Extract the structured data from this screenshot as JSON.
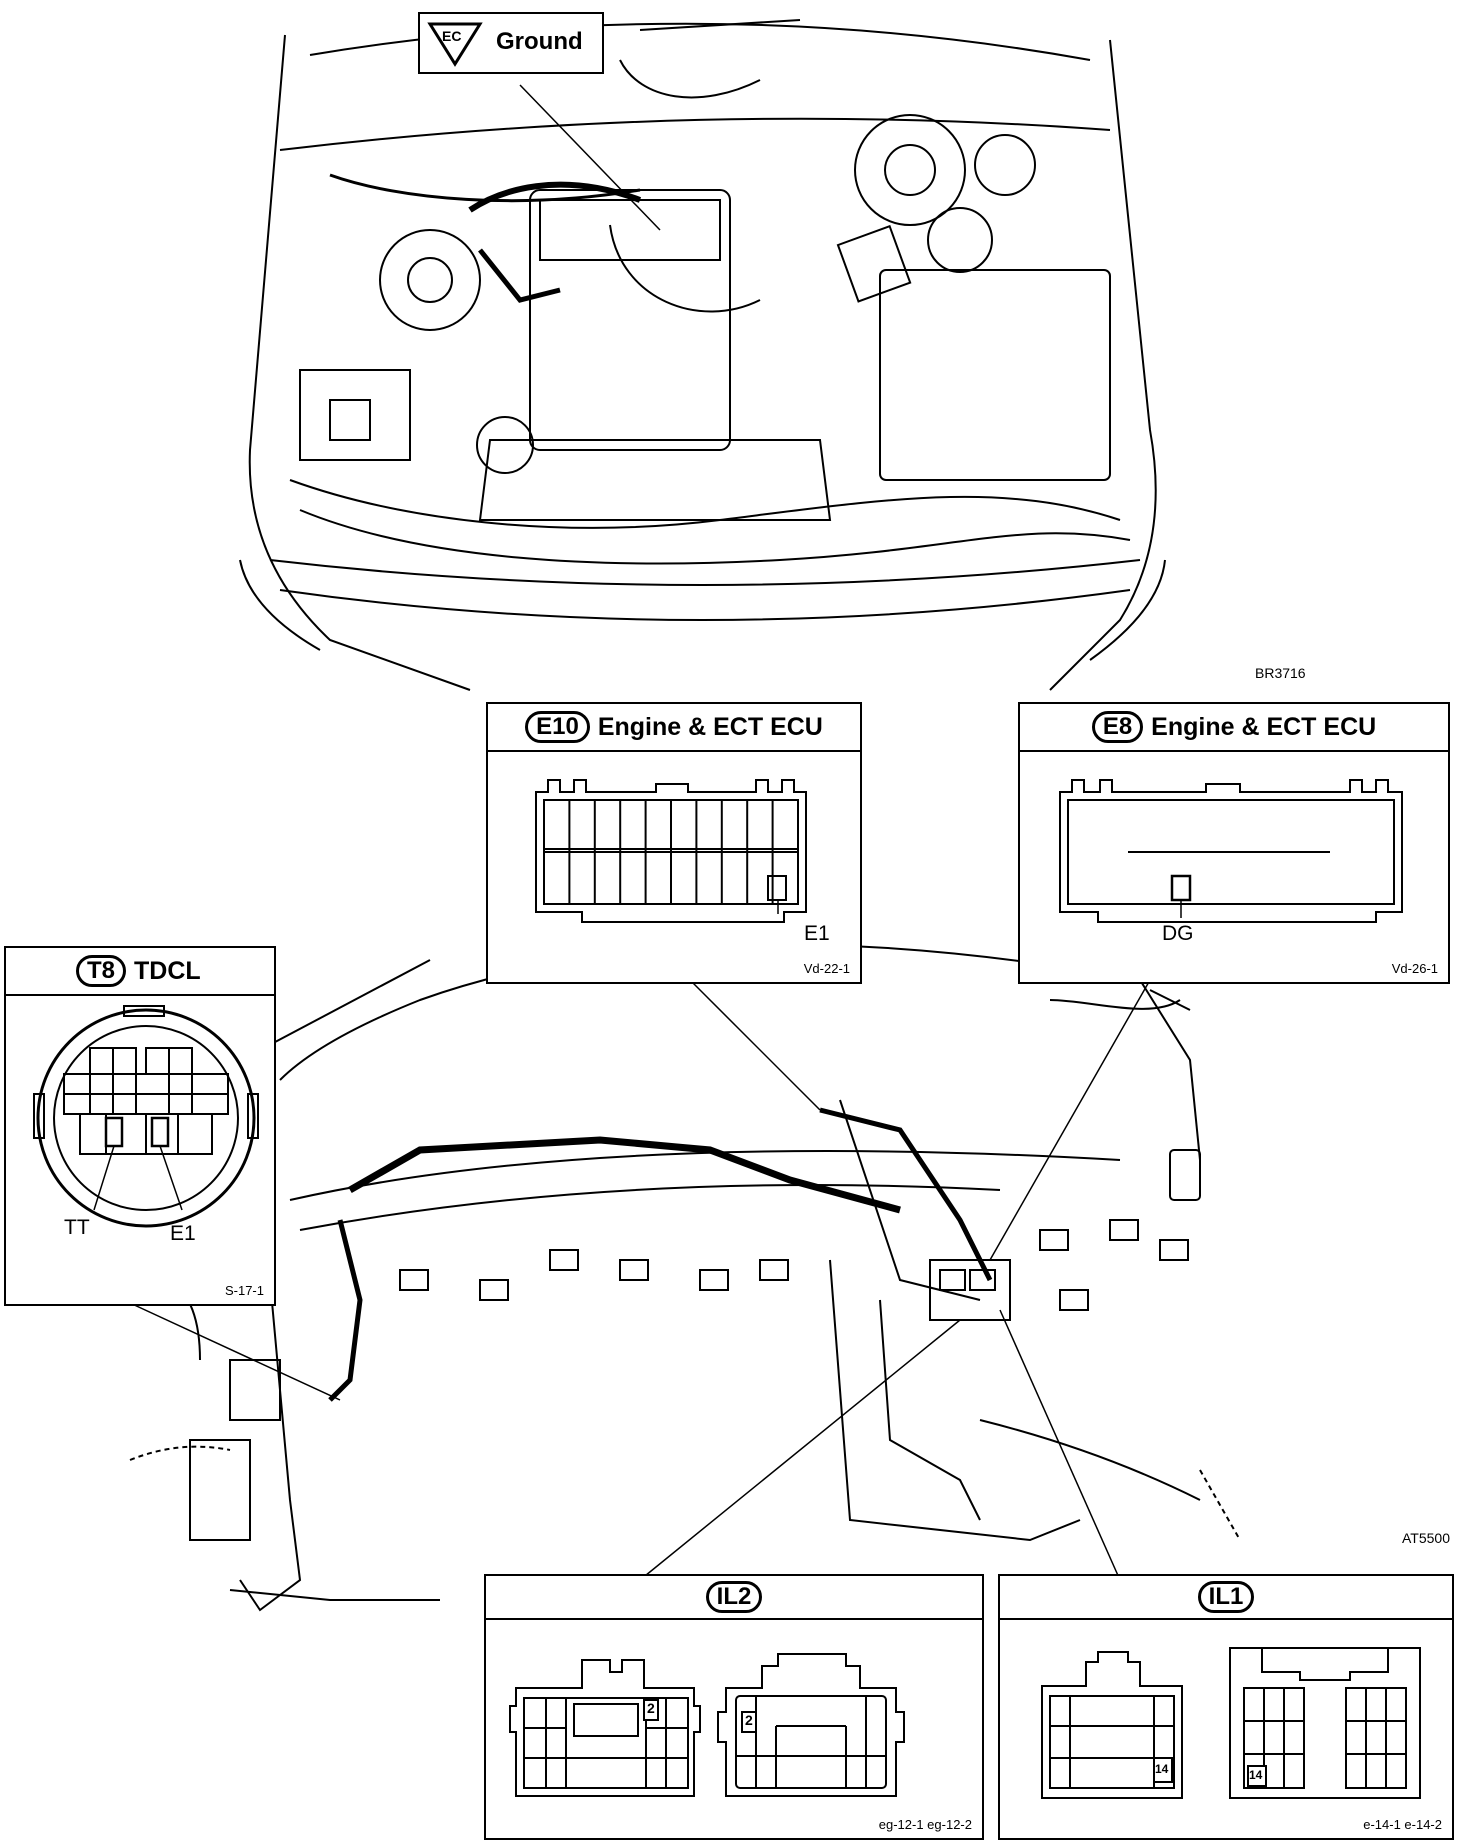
{
  "ground": {
    "symbol": "EC",
    "label": "Ground"
  },
  "figure_codes": {
    "engine": "BR3716",
    "dash": "AT5500"
  },
  "connectors": {
    "e10": {
      "badge": "E10",
      "title": "Engine & ECT ECU",
      "pin": "E1",
      "ref": "Vd-22-1"
    },
    "e8": {
      "badge": "E8",
      "title": "Engine & ECT ECU",
      "pin": "DG",
      "ref": "Vd-26-1"
    },
    "t8": {
      "badge": "T8",
      "title": "TDCL",
      "pins": [
        "TT",
        "E1"
      ],
      "ref": "S-17-1"
    },
    "il2": {
      "badge": "IL2",
      "pin_numbers": [
        "2",
        "2"
      ],
      "ref": "eg-12-1 eg-12-2"
    },
    "il1": {
      "badge": "IL1",
      "pin_numbers": [
        "14",
        "14"
      ],
      "ref": "e-14-1 e-14-2"
    }
  }
}
